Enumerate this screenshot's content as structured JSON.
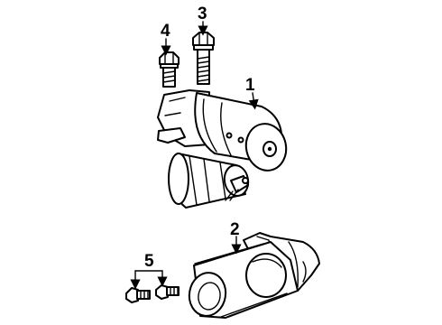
{
  "callouts": [
    {
      "label": "1",
      "part": "starter-assembly"
    },
    {
      "label": "2",
      "part": "starter-alternate-view"
    },
    {
      "label": "3",
      "part": "long-bolt"
    },
    {
      "label": "4",
      "part": "short-bolt"
    },
    {
      "label": "5",
      "part": "small-bolts"
    }
  ]
}
